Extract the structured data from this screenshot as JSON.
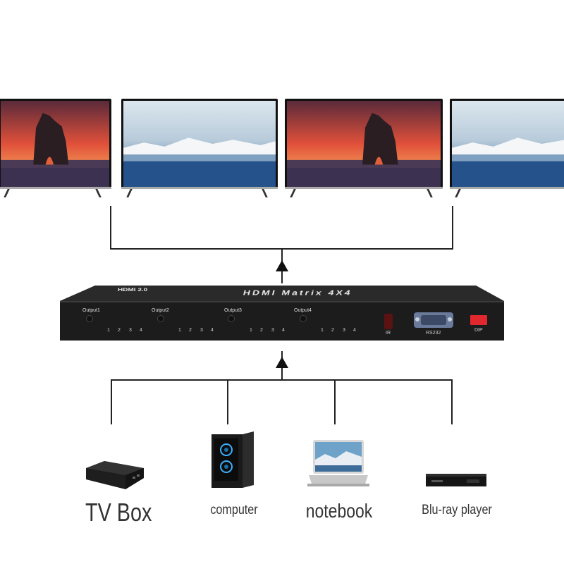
{
  "tvs": [
    {
      "scene": "rock-arch-sunset"
    },
    {
      "scene": "snowy-mountain-lake"
    },
    {
      "scene": "rock-arch-sunset"
    },
    {
      "scene": "snowy-mountain-lake"
    }
  ],
  "matrix": {
    "brand": "HDMI 2.0",
    "title": "HDMI Matrix 4X4",
    "outputs": [
      "Output1",
      "Output2",
      "Output3",
      "Output4"
    ],
    "channel_numbers": [
      "1",
      "2",
      "3",
      "4"
    ],
    "ir_label": "IR",
    "rs232_label": "RS232",
    "dip_label": "DIP"
  },
  "sources": [
    {
      "label": "TV Box",
      "icon": "tv-box-icon"
    },
    {
      "label": "computer",
      "icon": "pc-tower-icon"
    },
    {
      "label": "notebook",
      "icon": "laptop-icon"
    },
    {
      "label": "Blu-ray player",
      "icon": "bluray-player-icon"
    }
  ],
  "colors": {
    "line": "#222222",
    "device": "#1c1c1c",
    "dip": "#e0282e"
  }
}
